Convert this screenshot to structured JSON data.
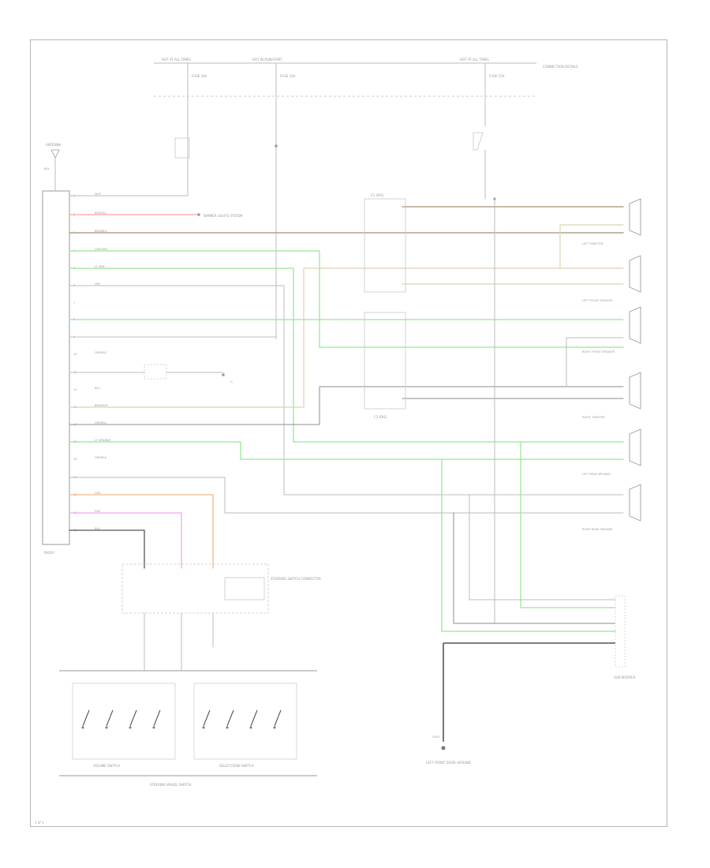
{
  "diagram": {
    "top_bus": {
      "labels": [
        "HOT AT ALL TIMES",
        "HOT IN RUN/START",
        "HOT AT ALL TIMES"
      ],
      "fuses": [
        "FUSE 30A",
        "FUSE 10A",
        "FUSE 15A"
      ],
      "right_note": "CONNECTION DETAILS"
    },
    "antenna": {
      "label": "ANTENNA",
      "wire": "BLK"
    },
    "radio": {
      "label": "RADIO",
      "pins": [
        "1",
        "2",
        "3",
        "4",
        "5",
        "6",
        "7",
        "8",
        "9",
        "10",
        "11",
        "12",
        "13",
        "14",
        "15",
        "16",
        "17",
        "18",
        "19",
        "20"
      ],
      "wires": [
        "WHT",
        "RED/YEL",
        "BRN/BLK",
        "GRY/GRN",
        "LT GRN",
        "GRY",
        "",
        "",
        "",
        "GRY/BLU",
        "",
        "BLU",
        "BRN/WHT",
        "GRY/BLU",
        "LT GRN/BLK",
        "GRY/BLK",
        "",
        "ORG",
        "PNK",
        "BLK"
      ]
    },
    "wire_colors": {
      "red": "#f4a3a3",
      "brown": "#b2a489",
      "green": "#97e897",
      "tan": "#dcd4b4",
      "gray": "#bcbcbc",
      "dark": "#8c8c8c",
      "orange": "#f4b98c",
      "pink": "#f0a8f0",
      "black": "#555555"
    },
    "labels": {
      "dimmer": "DIMMER LIGHTS SYSTEM",
      "connector_a": "C1 (DIS)",
      "connector_b": "C2 (DIS)",
      "ground_left": "G",
      "ground_main": "G301",
      "steering_connector": "STEERING SWITCH CONNECTOR",
      "volume_switch": "VOLUME SWITCH",
      "select_switch": "SELECT/SEEK SWITCH",
      "steering_wheel_switch": "STEERING WHEEL SWITCH",
      "subwoofer": "SUB WOOFER",
      "ground_note": "LEFT FRONT DOOR GROUND",
      "left_tweeter": "LEFT TWEETER",
      "left_front_speaker": "LEFT FRONT SPEAKER",
      "right_front_speaker": "RIGHT FRONT SPEAKER",
      "right_tweeter": "RIGHT TWEETER",
      "left_rear_speaker": "LEFT REAR SPEAKER",
      "right_rear_speaker": "RIGHT REAR SPEAKER",
      "footer": "1 of 1"
    }
  }
}
